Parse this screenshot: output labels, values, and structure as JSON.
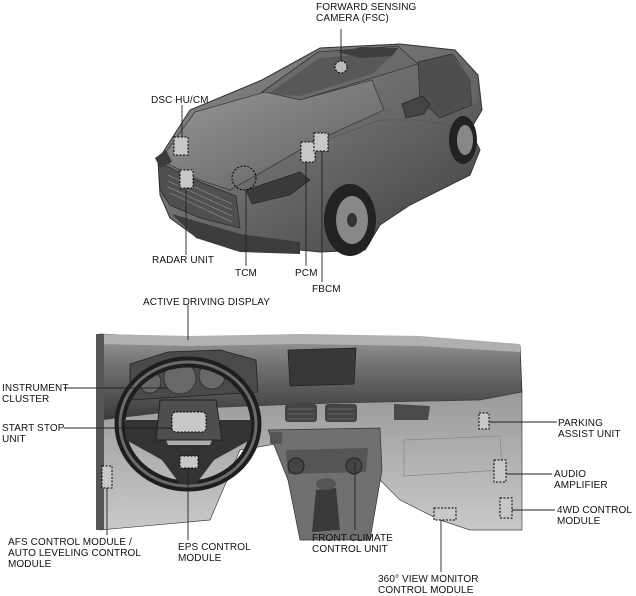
{
  "labels": {
    "fsc": [
      "FORWARD SENSING",
      "CAMERA (FSC)"
    ],
    "dsc": [
      "DSC HU/CM"
    ],
    "radar": [
      "RADAR UNIT"
    ],
    "tcm": [
      "TCM"
    ],
    "pcm": [
      "PCM"
    ],
    "fbcm": [
      "FBCM"
    ],
    "add": [
      "ACTIVE DRIVING DISPLAY"
    ],
    "instrument": [
      "INSTRUMENT",
      "CLUSTER"
    ],
    "startstop": [
      "START STOP",
      "UNIT"
    ],
    "afs": [
      "AFS CONTROL MODULE /",
      "AUTO LEVELING CONTROL",
      "MODULE"
    ],
    "eps": [
      "EPS CONTROL",
      "MODULE"
    ],
    "climate": [
      "FRONT CLIMATE",
      "CONTROL UNIT"
    ],
    "monitor": [
      "360° VIEW MONITOR",
      "CONTROL MODULE"
    ],
    "parking": [
      "PARKING",
      "ASSIST UNIT"
    ],
    "audio": [
      "AUDIO",
      "AMPLIFIER"
    ],
    "fourwd": [
      "4WD CONTROL",
      "MODULE"
    ]
  },
  "colors": {
    "body_dark": "#4a4a4a",
    "body_mid": "#7d7d7d",
    "body_light": "#b8b8b8",
    "glass": "#5e5e5e",
    "leader": "#222222"
  }
}
